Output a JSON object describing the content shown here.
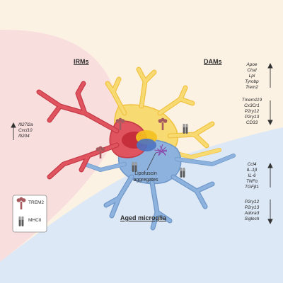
{
  "titles": {
    "irms": "IRMs",
    "dams": "DAMs",
    "aged": "Aged microglia"
  },
  "annotation": {
    "lipofuscin": "Lipofuscin aggregates"
  },
  "gene_groups": {
    "irms_up": {
      "direction": "up",
      "genes": [
        "Ifi27l2a",
        "Cxcl10",
        "Ifi204"
      ]
    },
    "dams_up": {
      "direction": "up",
      "genes": [
        "Apoe",
        "Ctsd",
        "Lpl",
        "Tyrobp",
        "Trem2"
      ]
    },
    "dams_down": {
      "direction": "down",
      "genes": [
        "Tmem119",
        "Cx3Cr1",
        "P2ry12",
        "P2ry13",
        "CD33"
      ]
    },
    "aged_up": {
      "direction": "up",
      "genes": [
        "Ccl4",
        "IL-1β",
        "IL-6",
        "TNFα",
        "TGFβ1"
      ]
    },
    "aged_down": {
      "direction": "down",
      "genes": [
        "P2ry12",
        "P2ry13",
        "Adora3",
        "Siglech"
      ]
    }
  },
  "legend": {
    "items": [
      {
        "label": "TREM2",
        "icon": "trem2-receptor-icon"
      },
      {
        "label": "MHCII",
        "icon": "mhcii-receptor-icon"
      }
    ]
  },
  "colors": {
    "irms_cell": "#e0545f",
    "dams_cell": "#f8da72",
    "aged_cell": "#8db2dd",
    "irms_bg": "#f9dede",
    "dams_bg": "#fcf2e4",
    "aged_bg": "#dde8f6",
    "nucleus_red": "#c62e3c",
    "nucleus_yellow": "#f3c120",
    "nucleus_blue": "#4d72c2",
    "trem2": "#a75a5e",
    "mhcii": "#5a5a5a",
    "lipofuscin": "#8a44a8"
  }
}
